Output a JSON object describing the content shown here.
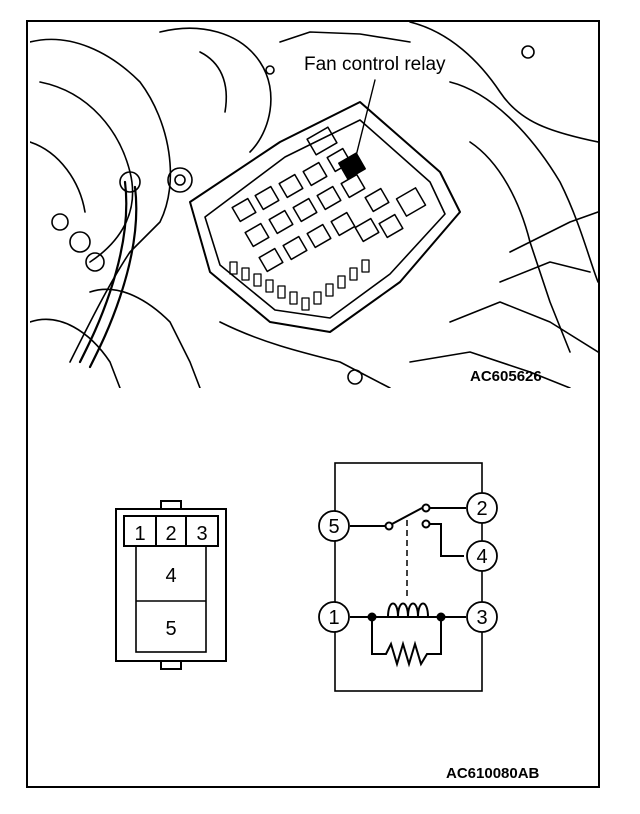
{
  "photo": {
    "callout": "Fan control relay",
    "code": "AC605626"
  },
  "connector": {
    "top_pins": [
      "1",
      "2",
      "3"
    ],
    "pin_mid": "4",
    "pin_bottom": "5"
  },
  "schematic": {
    "terminals": [
      "5",
      "2",
      "4",
      "1",
      "3"
    ]
  },
  "footer": {
    "code": "AC610080AB"
  }
}
